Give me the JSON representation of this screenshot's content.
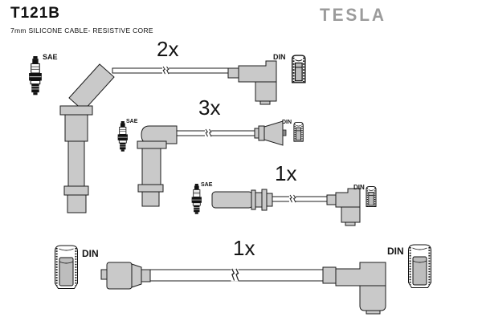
{
  "header": {
    "part_number": "T121B",
    "subtitle": "7mm SILICONE CABLE- RESISTIVE CORE",
    "brand": "TESLA"
  },
  "diagram": {
    "description_of_graphic": "ignition-cable-set-technical-drawing",
    "rows": [
      {
        "quantity": "2x",
        "left_connector": "SAE",
        "right_connector": "DIN"
      },
      {
        "quantity": "3x",
        "left_connector": "SAE",
        "right_connector": "DIN"
      },
      {
        "quantity": "1x",
        "left_connector": "SAE",
        "right_connector": "DIN"
      },
      {
        "quantity": "1x",
        "left_connector": "DIN",
        "right_connector": "DIN"
      }
    ],
    "icons": {
      "spark_plug": "spark-plug-icon",
      "din_terminal": "din-terminal-icon",
      "cable_break": "cable-break-mark"
    }
  },
  "colors": {
    "background": "#ffffff",
    "connector_fill": "#c9c9c9",
    "terminal_core_fill": "#bdbdbd",
    "outline": "#1c1c1c",
    "brand_gray": "#9b9b9b"
  }
}
